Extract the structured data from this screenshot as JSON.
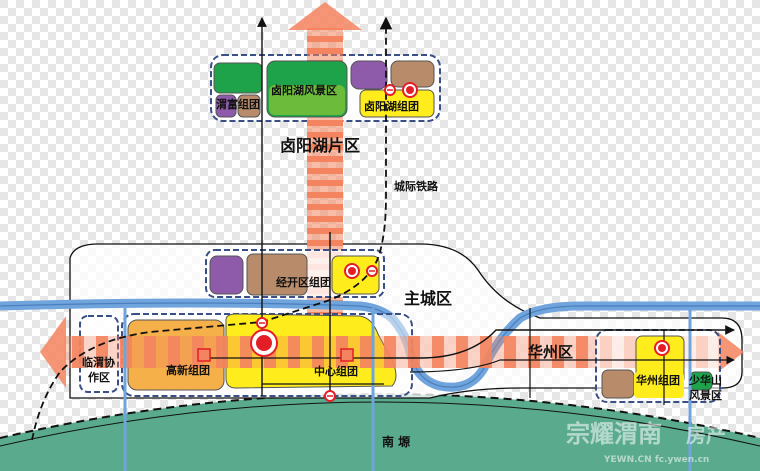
{
  "labels": {
    "luyang_lake_area": "卤阳湖片区",
    "luyang_lake_scenic": "卤阳湖风景区",
    "weifu_cluster": "渭富组团",
    "luyang_lake_cluster": "卤阳湖组团",
    "intercity_railway": "城际铁路",
    "economic_dev_cluster": "经开区组团",
    "main_city_area": "主城区",
    "huazhou_area": "华州区",
    "linwei_coop_zone_line1": "临渭协",
    "linwei_coop_zone_line2": "作区",
    "high_tech_cluster": "高新组团",
    "center_cluster": "中心组团",
    "huazhou_cluster": "华州组团",
    "shaohuashan_line1": "少华山",
    "shaohuashan_line2": "风景区",
    "nanyuan": "南  塬"
  },
  "watermark": {
    "brand": "宗耀渭南",
    "suffix": "房产",
    "url": "YEWN.CN   fc.ywen.cn"
  },
  "colors": {
    "highland_green": "#5aaa8e",
    "river_blue": "#6fa4dc",
    "axis_arrow_orange": "#f4845f",
    "cluster_yellow": "#ffec1c",
    "cluster_orange": "#f5b04a",
    "cluster_tan": "#b88b6a",
    "cluster_purple": "#8e5bab",
    "cluster_green": "#1ea24a",
    "center_red": "#e41e26"
  }
}
